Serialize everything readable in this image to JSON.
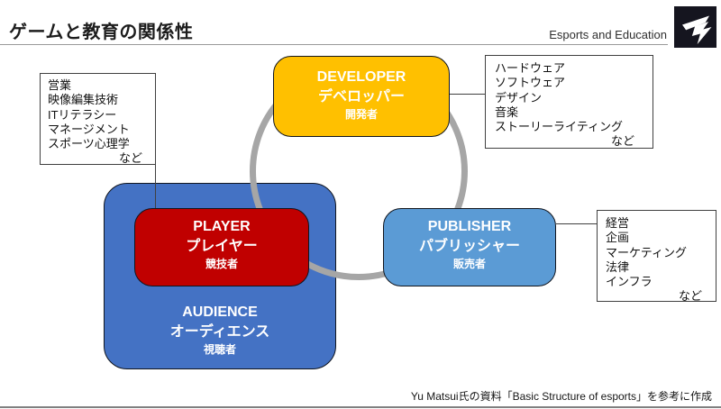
{
  "slide": {
    "title": "ゲームと教育の関係性",
    "subtitle": "Esports and Education",
    "credit": "Yu Matsui氏の資料「Basic Structure of esports」を参考に作成"
  },
  "nodes": {
    "developer": {
      "en": "DEVELOPER",
      "kana": "デベロッパー",
      "ja": "開発者"
    },
    "publisher": {
      "en": "PUBLISHER",
      "kana": "パブリッシャー",
      "ja": "販売者"
    },
    "player": {
      "en": "PLAYER",
      "kana": "プレイヤー",
      "ja": "競技者"
    },
    "audience": {
      "en": "AUDIENCE",
      "kana": "オーディエンス",
      "ja": "視聴者"
    }
  },
  "lists": {
    "player_skills": {
      "items": [
        "営業",
        "映像編集技術",
        "ITリテラシー",
        "マネージメント",
        "スポーツ心理学"
      ],
      "etc": "など"
    },
    "developer_skills": {
      "items": [
        "ハードウェア",
        "ソフトウェア",
        "デザイン",
        "音楽",
        "ストーリーライティング"
      ],
      "etc": "など"
    },
    "publisher_skills": {
      "items": [
        "経営",
        "企画",
        "マーケティング",
        "法律",
        "インフラ"
      ],
      "etc": "など"
    }
  },
  "palette": {
    "developer_fill": "#FFC000",
    "publisher_fill": "#5B9BD5",
    "player_fill": "#C00000",
    "audience_fill": "#4472C4",
    "ring_gray": "#A6A6A6",
    "logo_background": "#15151F"
  }
}
